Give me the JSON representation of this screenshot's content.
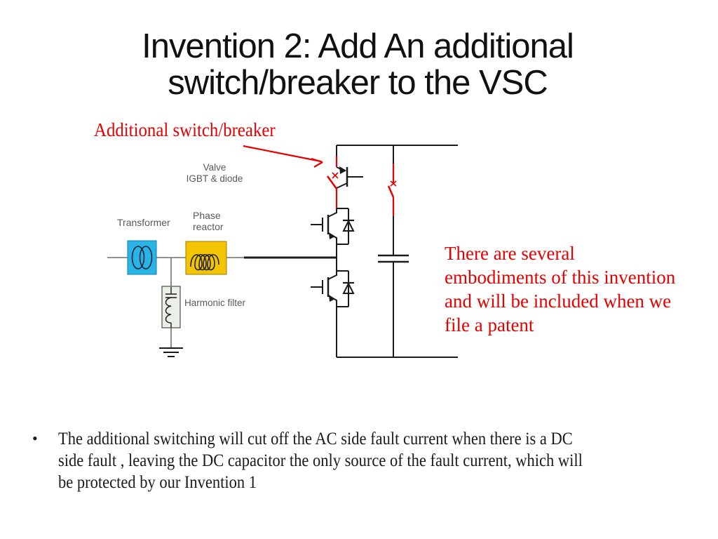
{
  "slide": {
    "title_lines": [
      "Invention 2: Add An additional",
      "switch/breaker to the VSC"
    ],
    "callout_label": "Additional switch/breaker",
    "note_lines": [
      "There are several",
      "embodiments of this invention",
      "and will be included when we",
      "file a patent"
    ],
    "bullet_glyph": "•",
    "bullet_lines": [
      "The additional switching will cut off the AC side fault current when there is a DC",
      "side fault , leaving the DC capacitor the only source of the fault current, which will",
      "be protected by our Invention 1"
    ]
  },
  "diagram": {
    "labels": {
      "transformer": "Transformer",
      "phase_line1": "Phase",
      "phase_line2": "reactor",
      "harmonic_filter": "Harmonic filter",
      "valve_line1": "Valve",
      "valve_line2": "IGBT & diode"
    },
    "colors": {
      "transformer_fill": "#2ab4e6",
      "transformer_stroke": "#0f82ad",
      "reactor_fill": "#f3c402",
      "reactor_stroke": "#9c7d00",
      "filter_fill": "#eaf0e7",
      "filter_stroke": "#4a4a4a",
      "accent_red": "#e60000",
      "line_gray": "#6e6e6e",
      "line_black": "#1a1a1a",
      "label_gray": "#595959",
      "coil_stroke": "#14243c"
    }
  }
}
